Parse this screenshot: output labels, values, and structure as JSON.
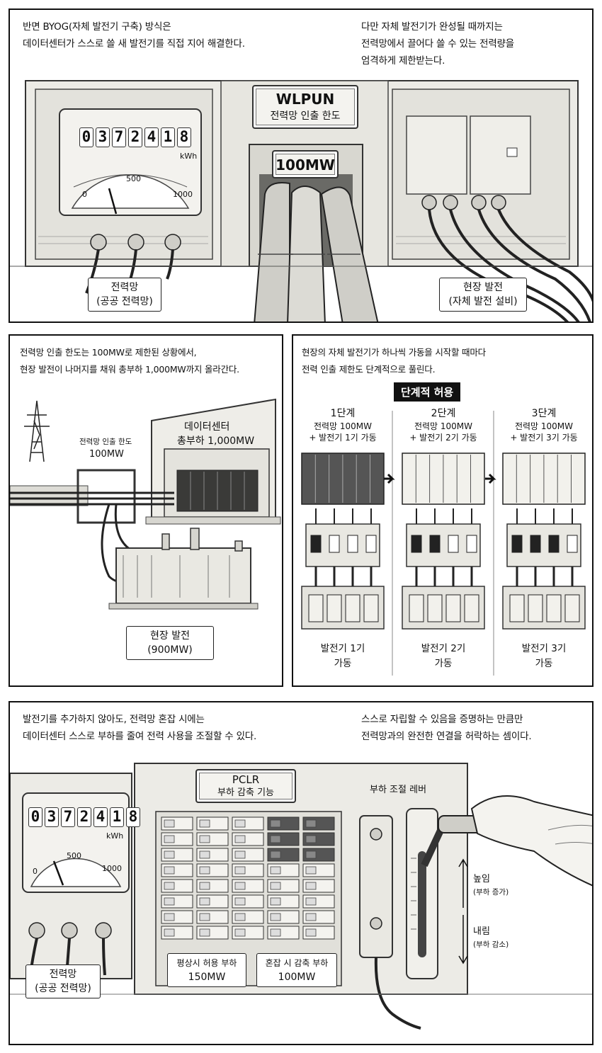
{
  "panel1": {
    "caption_left": [
      "반면 BYOG(자체 발전기 구축) 방식은",
      "데이터센터가 스스로 쓸 새 발전기를 직접 지어 해결한다."
    ],
    "caption_right": [
      "다만 자체 발전기가 완성될 때까지는",
      "전력망에서 끌어다 쓸 수 있는 전력량을",
      "엄격하게 제한받는다."
    ],
    "meter_digits": [
      "0",
      "3",
      "7",
      "2",
      "4",
      "1",
      "8"
    ],
    "meter_unit": "kWh",
    "dial_min": "0",
    "dial_mid": "500",
    "dial_max": "1000",
    "sign_title": "WLPUN",
    "sign_sub": "전력망 인출 한도",
    "limit_value": "100MW",
    "grid_label": [
      "전력망",
      "(공공 전력망)"
    ],
    "onsite_label": [
      "현장 발전",
      "(자체 발전 설비)"
    ]
  },
  "panel2": {
    "caption": [
      "전력망 인출 한도는 100MW로 제한된 상황에서,",
      "현장 발전이 나머지를 채워 총부하 1,000MW까지 올라간다."
    ],
    "limit_label": "전력망 인출 한도",
    "limit_value": "100MW",
    "dc_label": "데이터센터",
    "dc_load": "총부하 1,000MW",
    "onsite_label": [
      "현장 발전",
      "(900MW)"
    ]
  },
  "panel3": {
    "caption": [
      "현장의 자체 발전기가 하나씩 가동을 시작할 때마다",
      "전력 인출 제한도 단계적으로 풀린다."
    ],
    "badge": "단계적 허용",
    "stages": [
      {
        "title": "1단계",
        "line1": "전력망 100MW",
        "line2": "+ 발전기 1기 가동",
        "foot1": "발전기 1기",
        "foot2": "가동"
      },
      {
        "title": "2단계",
        "line1": "전력망 100MW",
        "line2": "+ 발전기 2기 가동",
        "foot1": "발전기 2기",
        "foot2": "가동"
      },
      {
        "title": "3단계",
        "line1": "전력망 100MW",
        "line2": "+ 발전기 3기 가동",
        "foot1": "발전기 3기",
        "foot2": "가동"
      }
    ]
  },
  "panel4": {
    "caption_left": [
      "발전기를 추가하지 않아도, 전력망 혼잡 시에는",
      "데이터센터 스스로 부하를 줄여 전력 사용을 조절할 수 있다."
    ],
    "caption_right": [
      "스스로 자립할 수 있음을 증명하는 만큼만",
      "전력망과의 완전한 연결을 허락하는 셈이다."
    ],
    "meter_digits": [
      "0",
      "3",
      "7",
      "2",
      "4",
      "1",
      "8"
    ],
    "meter_unit": "kWh",
    "dial_min": "0",
    "dial_mid": "500",
    "dial_max": "1000",
    "sign_title": "PCLR",
    "sign_sub": "부하 감축 기능",
    "normal_label": "평상시 허용 부하",
    "normal_value": "150MW",
    "congest_label": "혼잡 시 감축 부하",
    "congest_value": "100MW",
    "lever_label": "부하 조절 레버",
    "up_label": "높임",
    "up_sub": "(부하 증가)",
    "down_label": "내림",
    "down_sub": "(부하 감소)",
    "grid_label": [
      "전력망",
      "(공공 전력망)"
    ]
  }
}
